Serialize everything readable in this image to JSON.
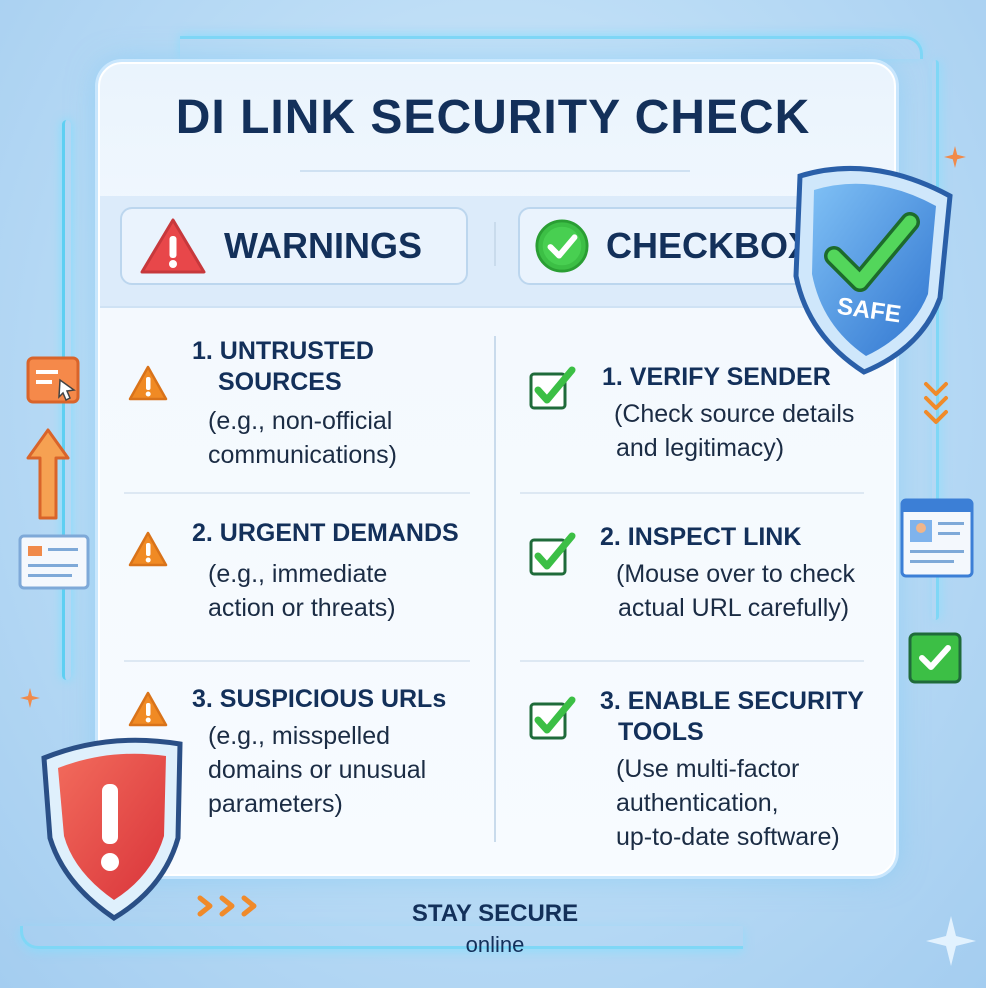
{
  "title": "DI LINK SECURITY CHECK",
  "warnings": {
    "header": "WARNINGS",
    "items": [
      {
        "title": "1. UNTRUSTED",
        "title2": "SOURCES",
        "desc1": "(e.g., non-official",
        "desc2": "communications)"
      },
      {
        "title": "2. URGENT DEMANDS",
        "desc1": "(e.g., immediate",
        "desc2": "action or threats)"
      },
      {
        "title": "3. SUSPICIOUS URLs",
        "desc1": "(e.g., misspelled",
        "desc2": "domains or unusual",
        "desc3": "parameters)"
      }
    ]
  },
  "checkbox": {
    "header": "CHECKBOX",
    "items": [
      {
        "title": "1. VERIFY SENDER",
        "desc1": "(Check source details",
        "desc2": "and legitimacy)"
      },
      {
        "title": "2. INSPECT LINK",
        "desc1": "(Mouse over to check",
        "desc2": "actual URL carefully)"
      },
      {
        "title": "3. ENABLE SECURITY",
        "title2": "TOOLS",
        "desc1": "(Use multi-factor",
        "desc2": "authentication,",
        "desc3": "up-to-date software)"
      }
    ]
  },
  "shield_safe_label": "SAFE",
  "footer": {
    "title": "STAY SECURE",
    "subtitle": "online"
  },
  "icons": {
    "warning": "warning-triangle-icon",
    "check": "check-circle-icon",
    "checkbox": "checkbox-checked-icon",
    "shield_safe": "shield-check-icon",
    "shield_alert": "shield-exclamation-icon"
  },
  "colors": {
    "warning_orange": "#f08a24",
    "warning_red": "#e8474a",
    "check_green": "#3cbf45",
    "shield_blue": "#3d86e0",
    "text_navy": "#13305a"
  }
}
